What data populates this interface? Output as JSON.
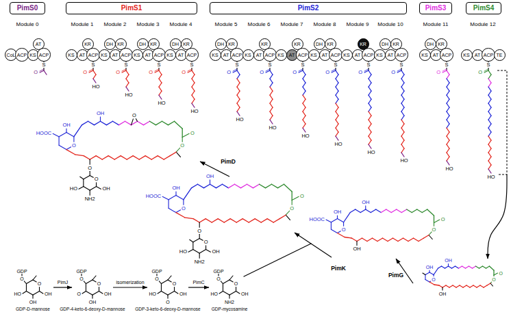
{
  "diagram": {
    "nodes": [
      {
        "text": [
          "PimS0"
        ]
      },
      {
        "text": [
          "PimS1"
        ]
      },
      {
        "text": [
          "PimS2"
        ]
      },
      {
        "text": [
          "PimS3"
        ]
      },
      {
        "text": [
          "PimS4"
        ]
      },
      {
        "text": [
          "AT"
        ]
      },
      {
        "text": [
          "CoL"
        ]
      },
      {
        "text": [
          "ACP"
        ]
      },
      {
        "text": [
          "KS"
        ]
      },
      {
        "text": [
          "ACP"
        ]
      },
      {
        "text": [
          "KR"
        ]
      },
      {
        "text": [
          "KS"
        ]
      },
      {
        "text": [
          "AT"
        ]
      },
      {
        "text": [
          "ACP"
        ]
      },
      {
        "text": [
          "DH"
        ]
      },
      {
        "text": [
          "KR"
        ]
      },
      {
        "text": [
          "KS"
        ]
      },
      {
        "text": [
          "AT"
        ]
      },
      {
        "text": [
          "ACP"
        ]
      },
      {
        "text": [
          "DH"
        ]
      },
      {
        "text": [
          "KR"
        ]
      },
      {
        "text": [
          "KS"
        ]
      },
      {
        "text": [
          "AT"
        ]
      },
      {
        "text": [
          "ACP"
        ]
      },
      {
        "text": [
          "DH"
        ]
      },
      {
        "text": [
          "KR"
        ]
      },
      {
        "text": [
          "KS"
        ]
      },
      {
        "text": [
          "AT"
        ]
      },
      {
        "text": [
          "ACP"
        ]
      },
      {
        "text": [
          "DH"
        ]
      },
      {
        "text": [
          "KR"
        ]
      },
      {
        "text": [
          "KS"
        ]
      },
      {
        "text": [
          "AT"
        ]
      },
      {
        "text": [
          "ACP"
        ]
      },
      {
        "text": [
          "KR"
        ]
      },
      {
        "text": [
          "KS"
        ]
      },
      {
        "text": [
          "AT"
        ]
      },
      {
        "text": [
          "ACP"
        ]
      },
      {
        "text": [
          "KR"
        ]
      },
      {
        "text": [
          "KS"
        ]
      },
      {
        "text": [
          "AT"
        ]
      },
      {
        "text": [
          "ACP"
        ]
      },
      {
        "text": [
          "DH"
        ]
      },
      {
        "text": [
          "KR"
        ]
      },
      {
        "text": [
          "KS"
        ]
      },
      {
        "text": [
          "AT"
        ]
      },
      {
        "text": [
          "ACP"
        ]
      },
      {
        "text": [
          "KR"
        ]
      },
      {
        "text": [
          "KS"
        ]
      },
      {
        "text": [
          "AT"
        ]
      },
      {
        "text": [
          "ACP"
        ]
      },
      {
        "text": [
          "DH"
        ]
      },
      {
        "text": [
          "KR"
        ]
      },
      {
        "text": [
          "KS"
        ]
      },
      {
        "text": [
          "AT"
        ]
      },
      {
        "text": [
          "ACP"
        ]
      },
      {
        "text": [
          "DH"
        ]
      },
      {
        "text": [
          "KR"
        ]
      },
      {
        "text": [
          "KS"
        ]
      },
      {
        "text": [
          "AT"
        ]
      },
      {
        "text": [
          "ACP"
        ]
      },
      {
        "text": [
          "KS"
        ]
      },
      {
        "text": [
          "AT"
        ]
      },
      {
        "text": [
          "ACP"
        ]
      },
      {
        "text": [
          "TE"
        ]
      }
    ],
    "labels": [
      "Module 0",
      "Module 1",
      "Module 2",
      "Module 3",
      "Module 4",
      "Module 5",
      "Module 6",
      "Module 7",
      "Module 8",
      "Module 9",
      "Module 10",
      "Module 11",
      "Module 12",
      "S",
      "O",
      "S",
      "O",
      "HO",
      "S",
      "O",
      "HO",
      "S",
      "O",
      "HO",
      "S",
      "O",
      "HO",
      "S",
      "O",
      "HO",
      "S",
      "O",
      "HO",
      "S",
      "O",
      "HO",
      "S",
      "O",
      "HO",
      "S",
      "O",
      "HO",
      "S",
      "O",
      "HO",
      "S",
      "O",
      "HO",
      "S",
      "O",
      "HO",
      "OH",
      "O",
      "HOOC",
      "OH",
      "O",
      "O",
      "O",
      "O",
      "O",
      "OH",
      "NH2",
      "HO",
      "OH",
      "O",
      "HOOC",
      "OH",
      "O",
      "O",
      "O",
      "O",
      "OH",
      "NH2",
      "HO",
      "OH",
      "O",
      "HOOC",
      "OH",
      "O",
      "O",
      "OH",
      "OH",
      "O",
      "OH",
      "O",
      "O",
      "OH",
      "PimD",
      "PimK",
      "PimG",
      "GDP",
      "O",
      "O",
      "HO",
      "OH",
      "OH",
      "GDP-D-mannose",
      "PimJ",
      "GDP",
      "O",
      "O",
      "O",
      "OH",
      "OH",
      "GDP-4-keto-6-deoxy-D-mannose",
      "isomerization",
      "GDP",
      "O",
      "O",
      "HO",
      "O",
      "OH",
      "GDP-3-keto-6-deoxy-D-mannose",
      "PimC",
      "GDP",
      "O",
      "O",
      "HO",
      "NH2",
      "OH",
      "GDP-mycosamine"
    ]
  }
}
